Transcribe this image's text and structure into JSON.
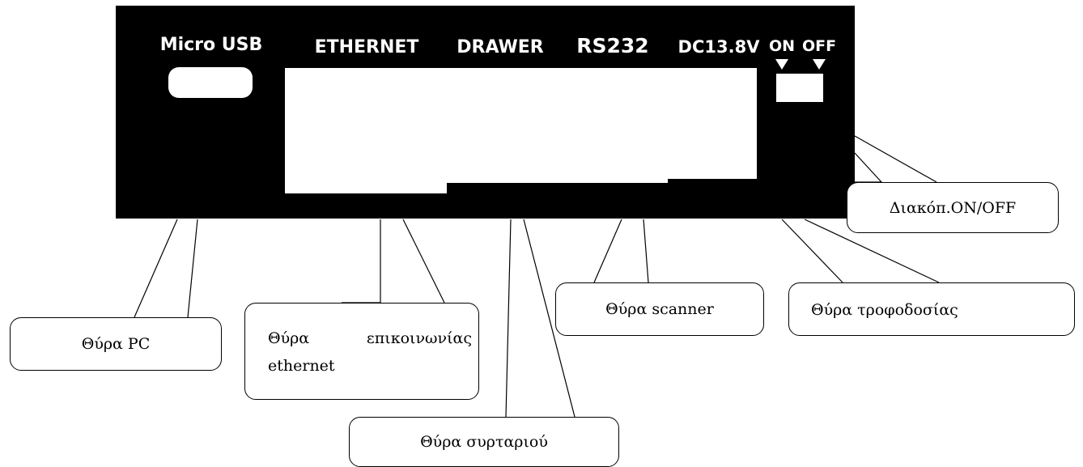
{
  "panel": {
    "labels": {
      "micro_usb": "Micro USB",
      "ethernet": "ETHERNET",
      "drawer": "DRAWER",
      "rs232": "RS232",
      "dc": "DC13.8V",
      "on": "ON",
      "off": "OFF"
    },
    "colors": {
      "panel": "#000000",
      "port": "#ffffff"
    }
  },
  "callouts": {
    "pc_port": "Θύρα PC",
    "ethernet_port_line1": "Θύρα επικοινωνίας",
    "ethernet_port_line2": "ethernet",
    "drawer_port": "Θύρα συρταριού",
    "scanner_port": "Θύρα scanner",
    "power_port": "Θύρα τροφοδοσίας",
    "power_switch": "Διακόπ.ON/OFF"
  }
}
